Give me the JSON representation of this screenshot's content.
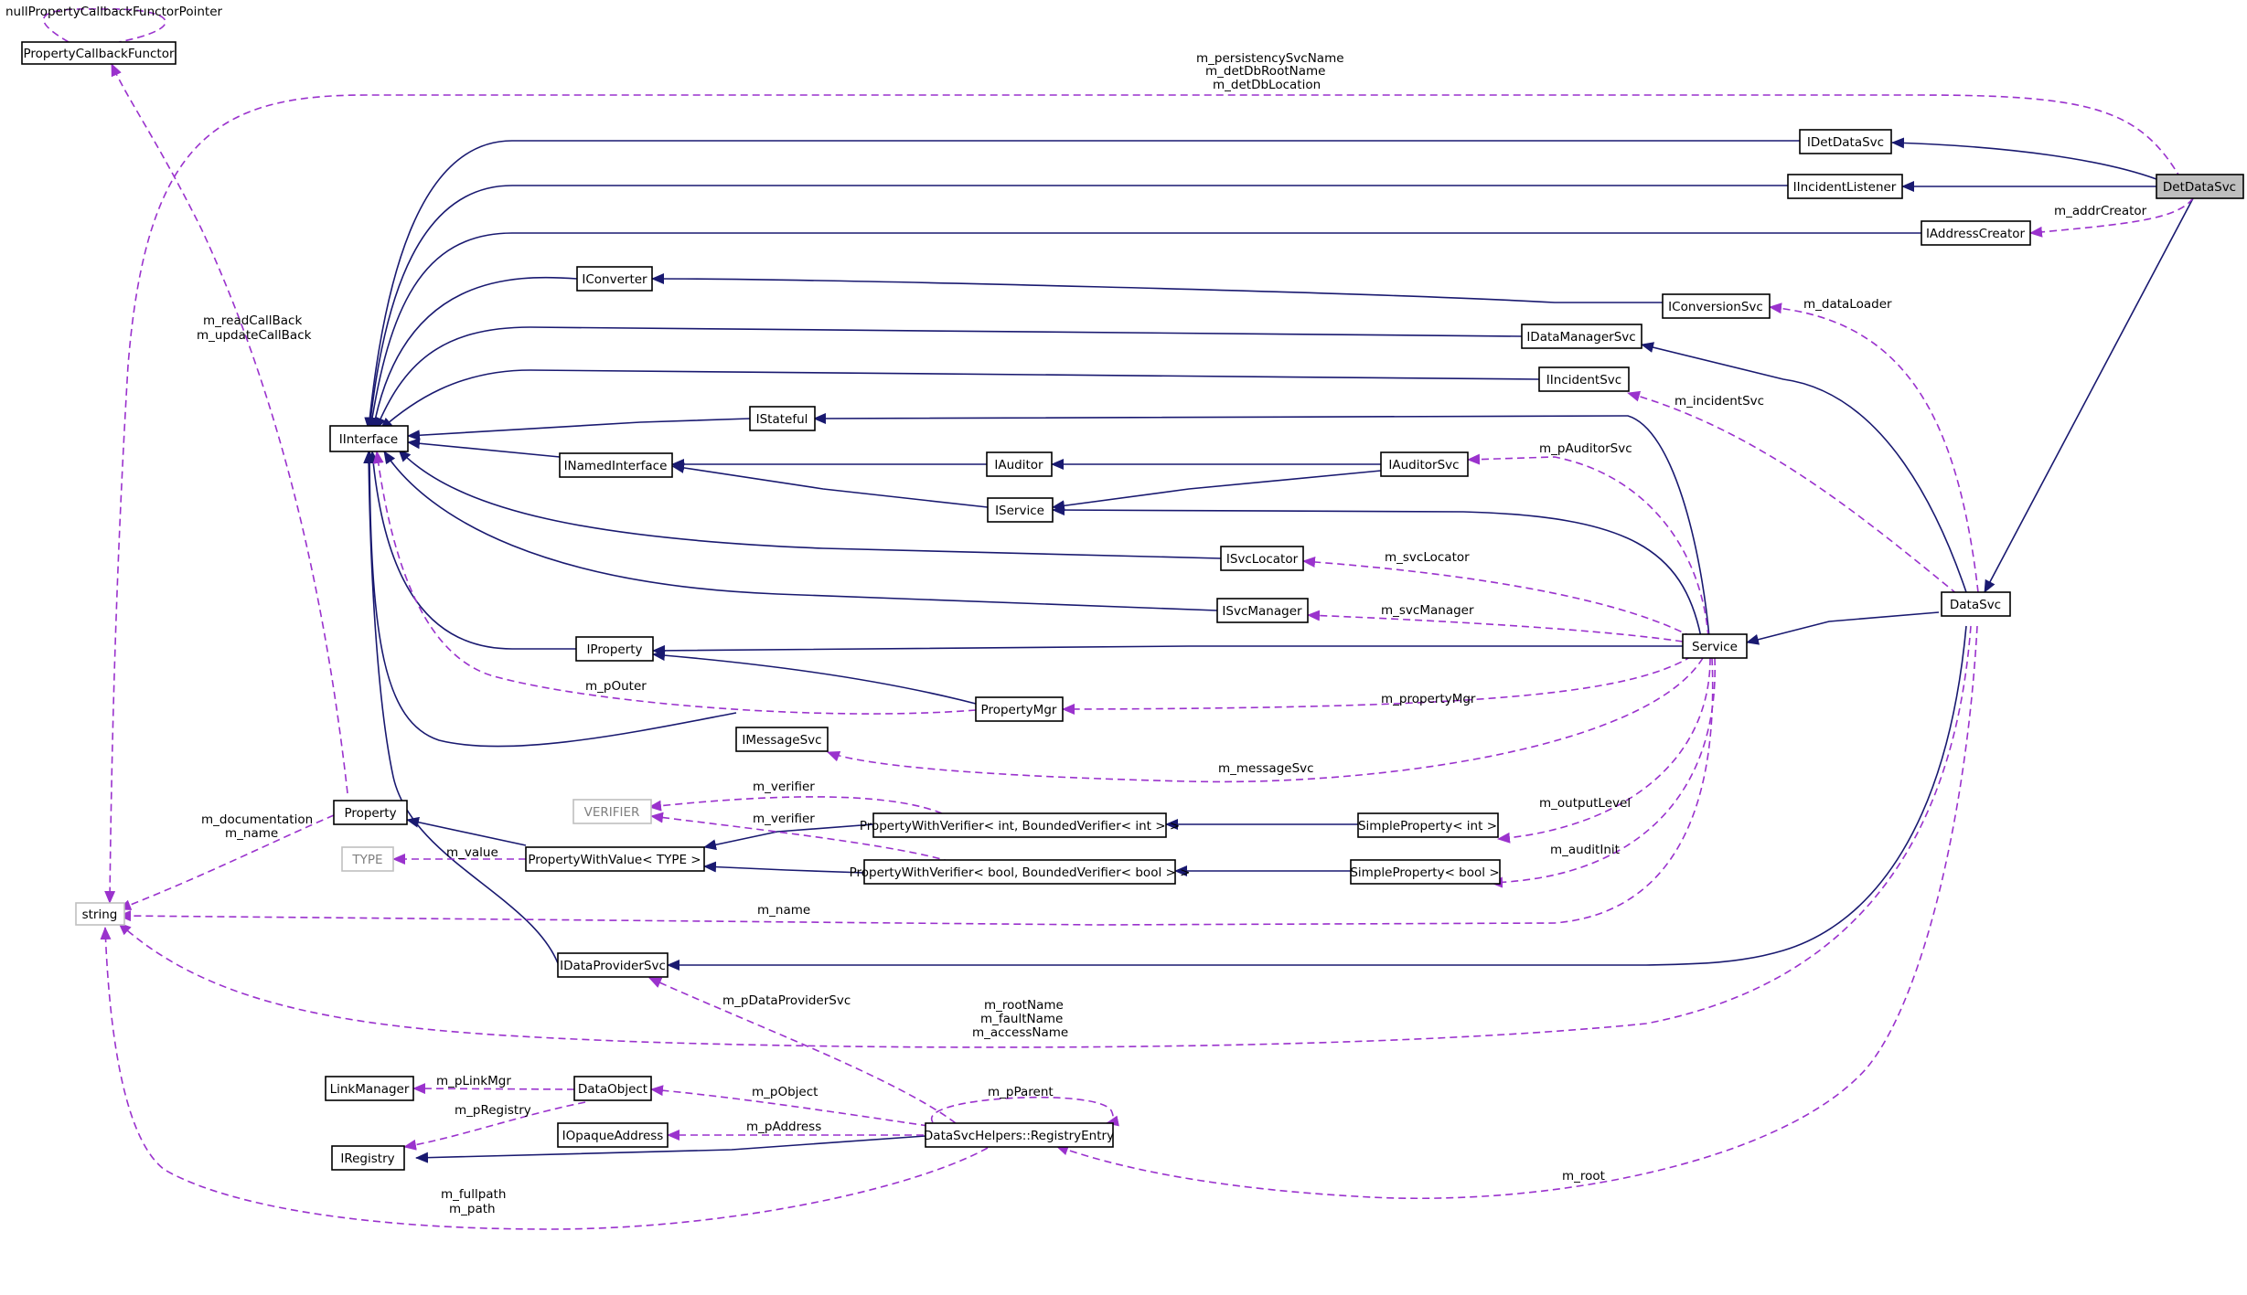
{
  "diagram": {
    "nodes": {
      "nullpcfp": "nullPropertyCallbackFunctorPointer",
      "pcf": "PropertyCallbackFunctor",
      "string": "string",
      "iinterface": "IInterface",
      "idetdatasvc": "IDetDataSvc",
      "iincidentlistener": "IIncidentListener",
      "detdatasvc": "DetDataSvc",
      "iaddresscreator": "IAddressCreator",
      "iconverter": "IConverter",
      "iconversionsvc": "IConversionSvc",
      "idatamanagersvc": "IDataManagerSvc",
      "iincidentsvc": "IIncidentSvc",
      "istateful": "IStateful",
      "inamedinterface": "INamedInterface",
      "iauditor": "IAuditor",
      "iauditorsvc": "IAuditorSvc",
      "iservice": "IService",
      "isvclocator": "ISvcLocator",
      "datasvc": "DataSvc",
      "isvcmanager": "ISvcManager",
      "iproperty": "IProperty",
      "service": "Service",
      "propertymgr": "PropertyMgr",
      "imessagesvc": "IMessageSvc",
      "verifier": "VERIFIER",
      "property": "Property",
      "pwv_int": "PropertyWithVerifier< int, BoundedVerifier< int > >",
      "sp_int": "SimpleProperty< int >",
      "type": "TYPE",
      "pwvalue": "PropertyWithValue< TYPE >",
      "pwv_bool": "PropertyWithVerifier< bool, BoundedVerifier< bool > >",
      "sp_bool": "SimpleProperty< bool >",
      "idataprovidersvc": "IDataProviderSvc",
      "linkmanager": "LinkManager",
      "dataobject": "DataObject",
      "iopaqueaddress": "IOpaqueAddress",
      "registryentry": "DataSvcHelpers::RegistryEntry",
      "iregistry": "IRegistry"
    },
    "labels": {
      "persist_1": "m_persistencySvcName",
      "persist_2": "m_detDbRootName",
      "persist_3": "m_detDbLocation",
      "callback_1": "m_readCallBack",
      "callback_2": "m_updateCallBack",
      "addrcreator": "m_addrCreator",
      "dataloader": "m_dataLoader",
      "incidentsvc": "m_incidentSvc",
      "pauditorsvc": "m_pAuditorSvc",
      "svclocator": "m_svcLocator",
      "svcmanager": "m_svcManager",
      "pouter": "m_pOuter",
      "propertymgr": "m_propertyMgr",
      "messagesvc": "m_messageSvc",
      "verifier_1": "m_verifier",
      "verifier_2": "m_verifier",
      "outputlevel": "m_outputLevel",
      "auditinit": "m_auditInit",
      "doc_1": "m_documentation",
      "doc_2": "m_name",
      "value": "m_value",
      "name": "m_name",
      "pdataprovidersvc": "m_pDataProviderSvc",
      "rootname_1": "m_rootName",
      "rootname_2": "m_faultName",
      "rootname_3": "m_accessName",
      "plinkmgr": "m_pLinkMgr",
      "pregistry": "m_pRegistry",
      "pobject": "m_pObject",
      "pparent": "m_pParent",
      "paddress": "m_pAddress",
      "root": "m_root",
      "fullpath_1": "m_fullpath",
      "fullpath_2": "m_path"
    },
    "colors": {
      "inheritance": "#191970",
      "usage": "#9a32cd",
      "focus_fill": "#bfbfbf",
      "undocumented_border": "#bfbfbf"
    }
  }
}
